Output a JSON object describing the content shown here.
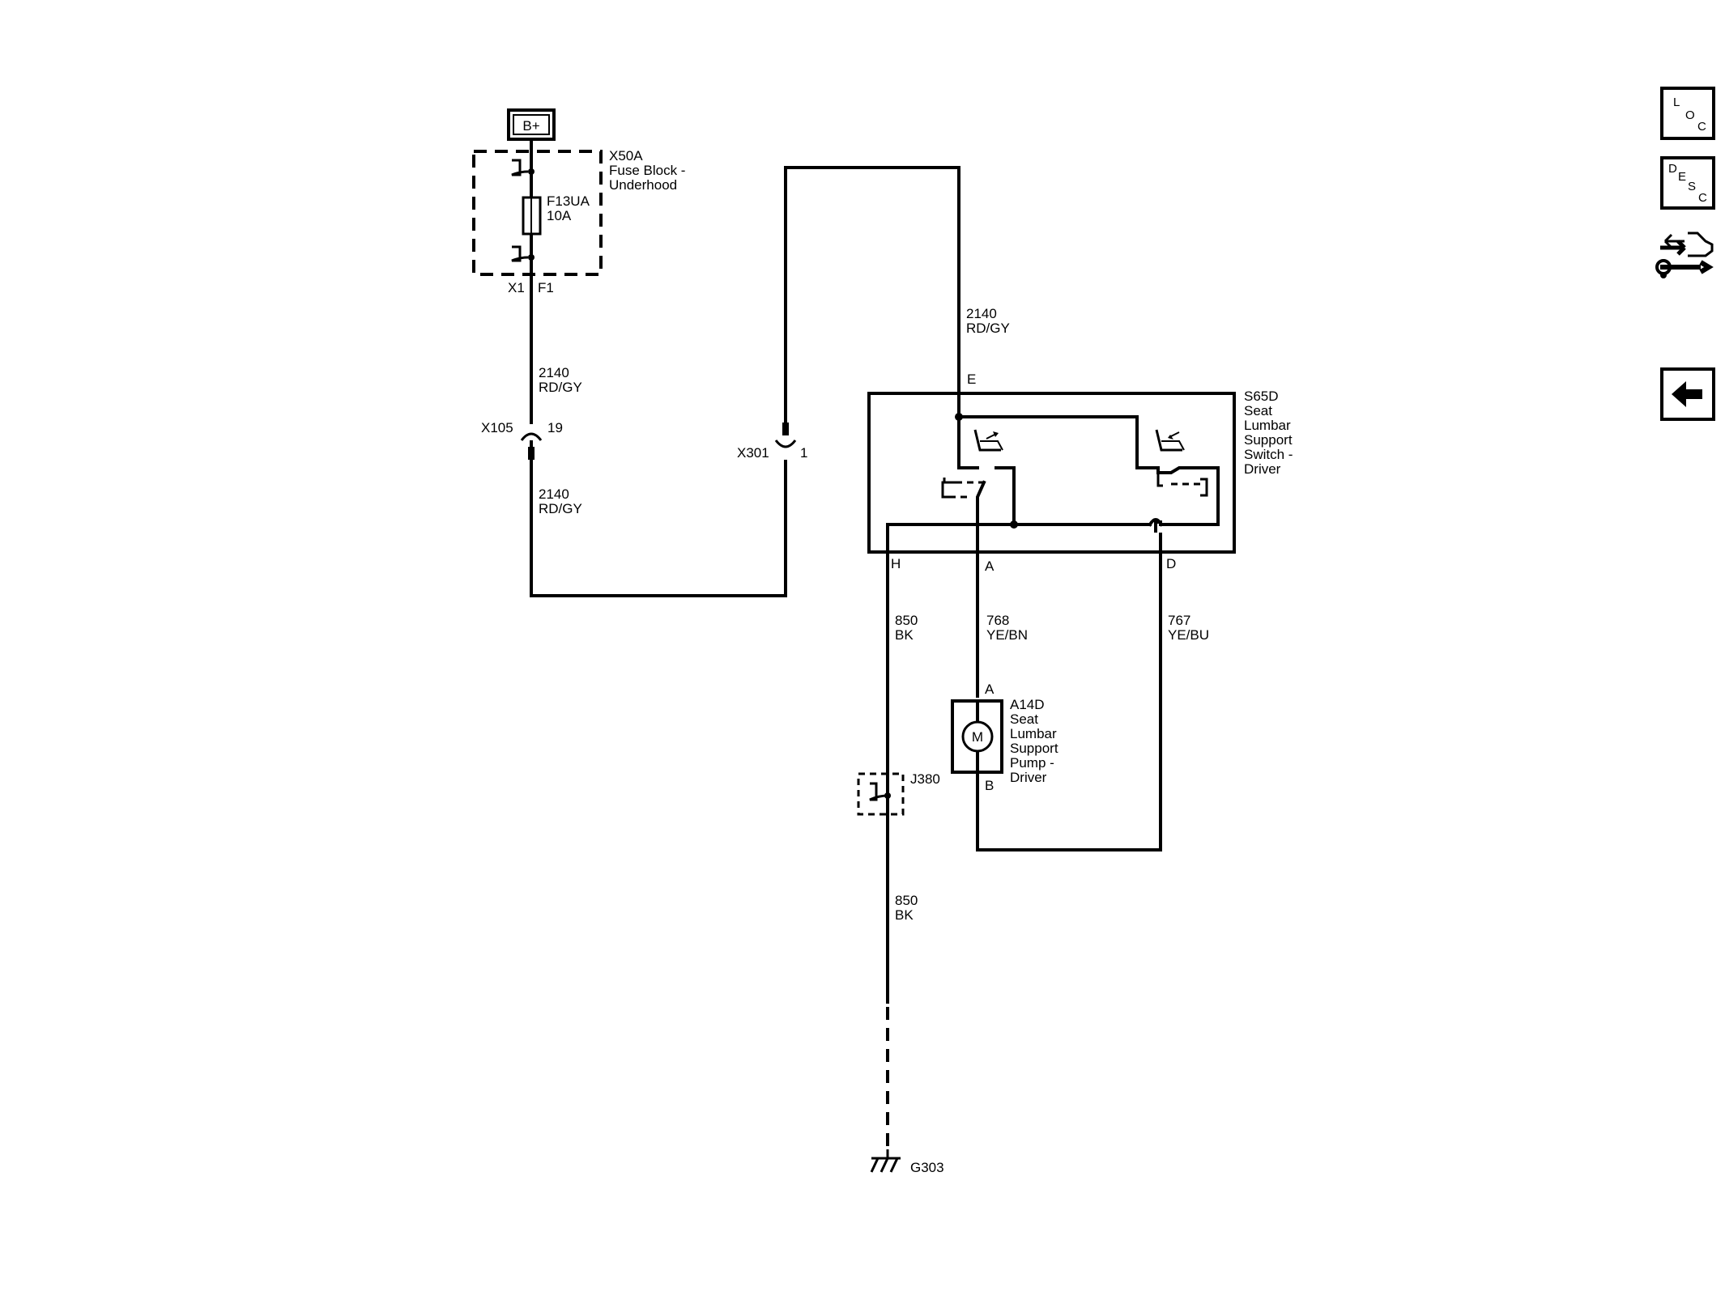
{
  "battery": {
    "label": "B+"
  },
  "fuse_block": {
    "id": "X50A",
    "name_line1": "Fuse Block -",
    "name_line2": "Underhood",
    "fuse_id": "F13UA",
    "fuse_rating": "10A",
    "pin_left": "X1",
    "pin_right": "F1"
  },
  "wires": {
    "w2140_a_num": "2140",
    "w2140_a_color": "RD/GY",
    "w2140_b_num": "2140",
    "w2140_b_color": "RD/GY",
    "w2140_c_num": "2140",
    "w2140_c_color": "RD/GY",
    "w850_a_num": "850",
    "w850_a_color": "BK",
    "w850_b_num": "850",
    "w850_b_color": "BK",
    "w768_num": "768",
    "w768_color": "YE/BN",
    "w767_num": "767",
    "w767_color": "YE/BU"
  },
  "connectors": {
    "x105": {
      "id": "X105",
      "pin": "19"
    },
    "x301": {
      "id": "X301",
      "pin": "1"
    }
  },
  "switch": {
    "id": "S65D",
    "line1": "Seat",
    "line2": "Lumbar",
    "line3": "Support",
    "line4": "Switch -",
    "line5": "Driver",
    "pin_e": "E",
    "pin_h": "H",
    "pin_a": "A",
    "pin_d": "D"
  },
  "pump": {
    "id": "A14D",
    "line1": "Seat",
    "line2": "Lumbar",
    "line3": "Support",
    "line4": "Pump -",
    "line5": "Driver",
    "pin_a": "A",
    "pin_b": "B",
    "motor": "M"
  },
  "splice": {
    "id": "J380"
  },
  "ground": {
    "id": "G303"
  },
  "nav": {
    "loc_l": "L",
    "loc_o": "O",
    "loc_c": "C",
    "desc_d": "D",
    "desc_e": "E",
    "desc_s": "S",
    "desc_c": "C",
    "tools_icon": "connector-tools-icon",
    "back_icon": "back-arrow-icon"
  }
}
